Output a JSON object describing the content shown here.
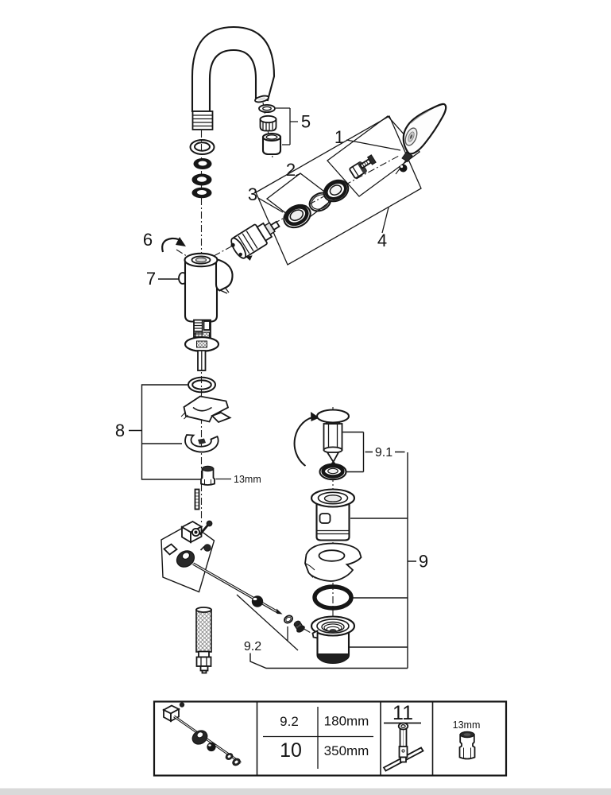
{
  "diagram": {
    "callouts": {
      "n1": "1",
      "n2": "2",
      "n3": "3",
      "n4": "4",
      "n5": "5",
      "n6": "6",
      "n7": "7",
      "n8": "8",
      "n9": "9",
      "n9_1": "9.1",
      "n9_2": "9.2"
    },
    "annotations": {
      "nut_wrench_size": "13mm"
    },
    "footer_table": {
      "rows": [
        {
          "ref": "9.2",
          "length": "180mm"
        },
        {
          "ref": "10",
          "length": "350mm"
        }
      ],
      "tool_ref": "11",
      "socket_size": "13mm"
    }
  }
}
